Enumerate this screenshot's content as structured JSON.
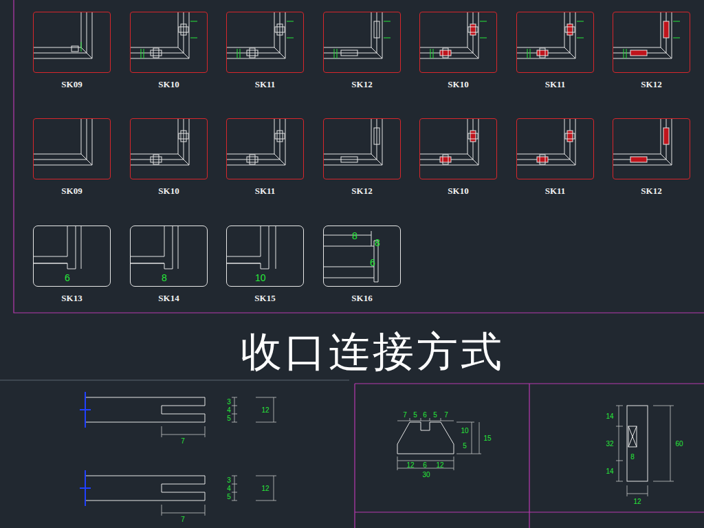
{
  "diagram": {
    "title": "收口连接方式",
    "nodes": [
      {
        "text": [
          "SK09"
        ]
      },
      {
        "text": [
          "SK10"
        ]
      },
      {
        "text": [
          "SK11"
        ]
      },
      {
        "text": [
          "SK12"
        ]
      },
      {
        "text": [
          "SK10"
        ]
      },
      {
        "text": [
          "SK11"
        ]
      },
      {
        "text": [
          "SK12"
        ]
      },
      {
        "text": [
          "SK09"
        ]
      },
      {
        "text": [
          "SK10"
        ]
      },
      {
        "text": [
          "SK11"
        ]
      },
      {
        "text": [
          "SK12"
        ]
      },
      {
        "text": [
          "SK10"
        ]
      },
      {
        "text": [
          "SK11"
        ]
      },
      {
        "text": [
          "SK12"
        ]
      },
      {
        "text": [
          "6",
          "SK13"
        ]
      },
      {
        "text": [
          "8",
          "SK14"
        ]
      },
      {
        "text": [
          "10",
          "SK15"
        ]
      },
      {
        "text": [
          "8",
          "8",
          "6",
          "SK16"
        ]
      }
    ],
    "labels": [
      "3",
      "4",
      "5",
      "12",
      "7",
      "3",
      "4",
      "5",
      "12",
      "7",
      "7",
      "5",
      "6",
      "5",
      "7",
      "10",
      "5",
      "15",
      "12",
      "6",
      "12",
      "30",
      "14",
      "32",
      "14",
      "60",
      "8",
      "12"
    ]
  }
}
